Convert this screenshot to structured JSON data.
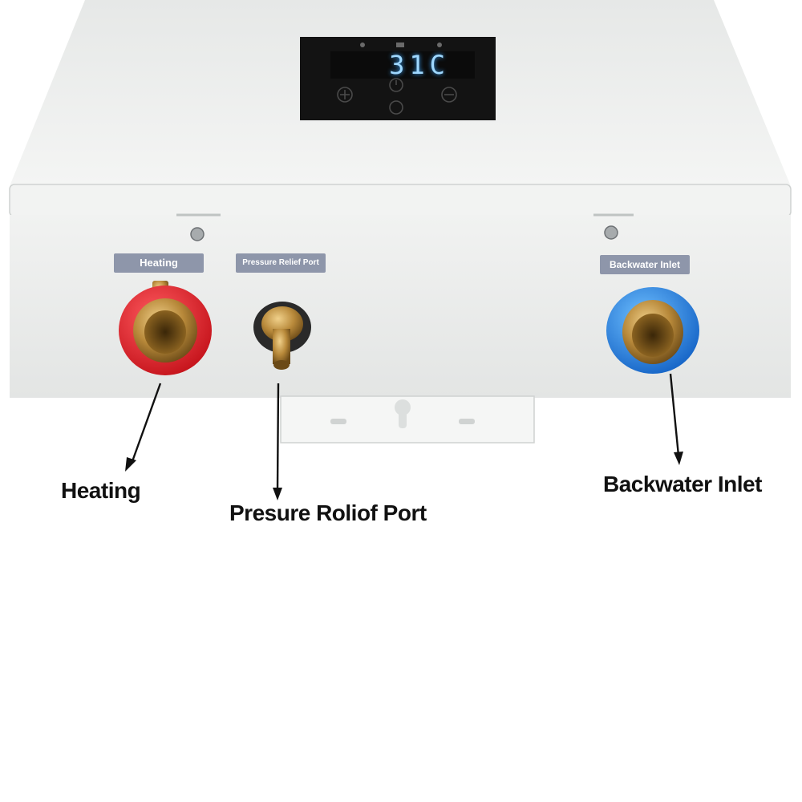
{
  "panel": {
    "display_value": "31C"
  },
  "ports": {
    "heating_label": "Heating",
    "pressure_label": "Pressure Relief Port",
    "backwater_label": "Backwater Inlet"
  },
  "callouts": {
    "heating": "Heating",
    "pressure": "Presure Roliof Port",
    "backwater": "Backwater Inlet"
  },
  "colors": {
    "body": "#e9ebea",
    "heating_port": "#e01b24",
    "backwater_port": "#1e88e5",
    "brass": "#b88a3a",
    "label_tag": "#8e96aa",
    "display": "#121212"
  }
}
